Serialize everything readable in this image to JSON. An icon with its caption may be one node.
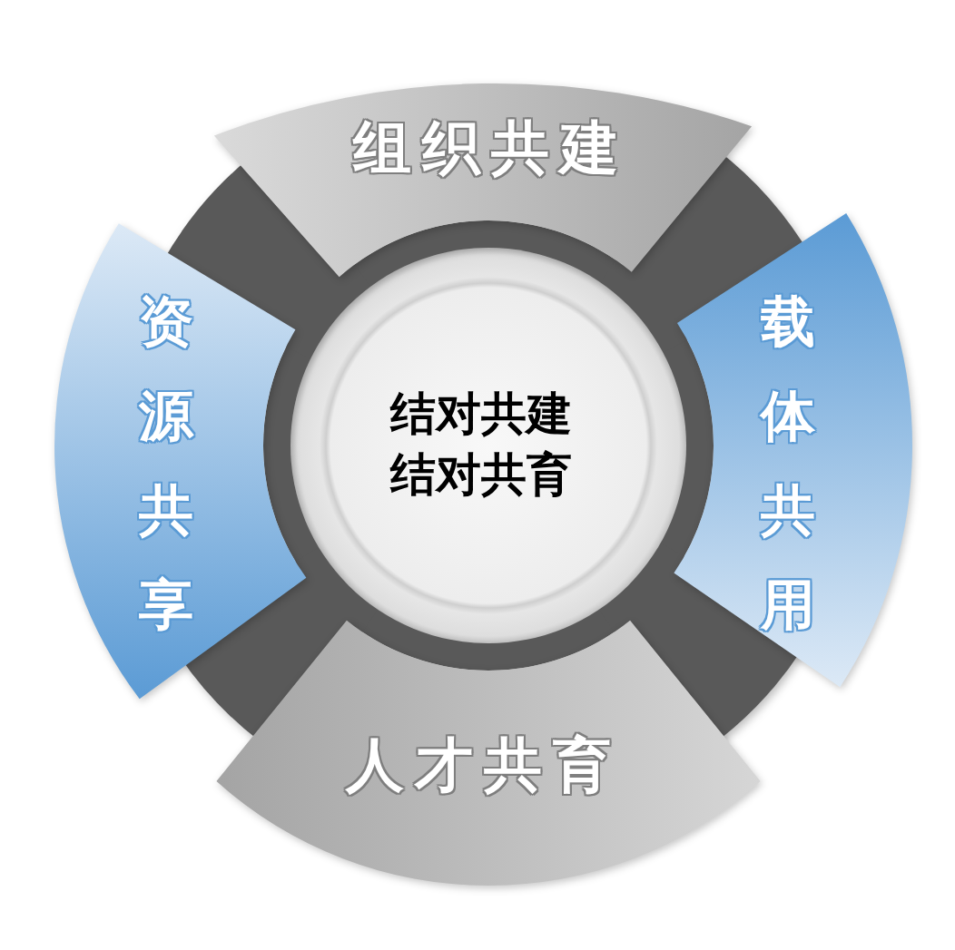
{
  "diagram": {
    "nodes": [
      {
        "text": [
          "结对共建",
          "结对共育"
        ]
      },
      {
        "text": [
          "组织共建"
        ]
      },
      {
        "text": [
          "载体共用"
        ]
      },
      {
        "text": [
          "人才共育"
        ]
      },
      {
        "text": [
          "资源共享"
        ]
      }
    ]
  }
}
